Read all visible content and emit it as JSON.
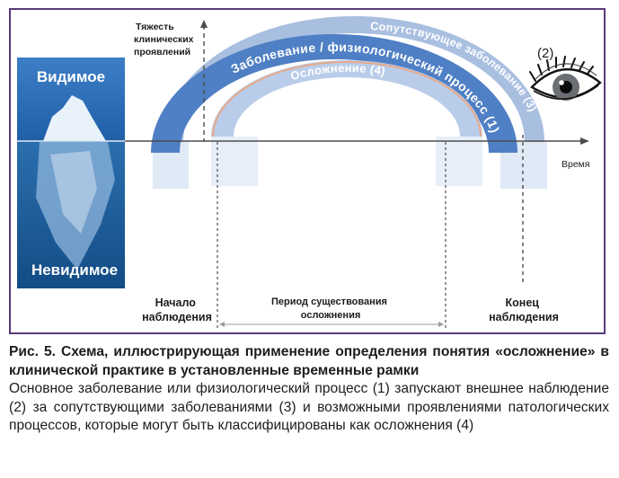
{
  "colors": {
    "frame": "#5a3a78",
    "arc_outer": "#a9bfe0",
    "arc_middle": "#4f7fc4",
    "arc_inner": "#b9cdea",
    "iceberg_sky": "#2f6bb5",
    "iceberg_sea": "#1a5a96",
    "axis": "#4d4d4d",
    "text": "#1d1d1b"
  },
  "iceberg": {
    "visible_label": "Видимое",
    "invisible_label": "Невидимое"
  },
  "axis": {
    "y_label_lines": [
      "Тяжесть",
      "клинических",
      "проявлений"
    ],
    "x_label": "Время"
  },
  "arcs": {
    "outer_label": "Сопутствующее заболевание (3)",
    "middle_label": "Заболевание / физиологический процесс (1)",
    "inner_label": "Осложнение (4)"
  },
  "eye": {
    "label": "(2)",
    "icon": "eye-icon"
  },
  "markers": {
    "start_lines": [
      "Начало",
      "наблюдения"
    ],
    "period_lines": [
      "Период существования",
      "осложнения"
    ],
    "end_lines": [
      "Конец",
      "наблюдения"
    ]
  },
  "caption": {
    "title": "Рис. 5. Схема, иллюстрирующая применение определения понятия «осложнение» в клинической практике в установленные временные рамки",
    "body": "Основное заболевание или физиологический процесс (1) запускают внешнее наблюдение (2) за сопутствующими заболеваниями (3) и возможными проявлениями патологических процессов, которые могут быть классифицированы как осложнения (4)"
  }
}
